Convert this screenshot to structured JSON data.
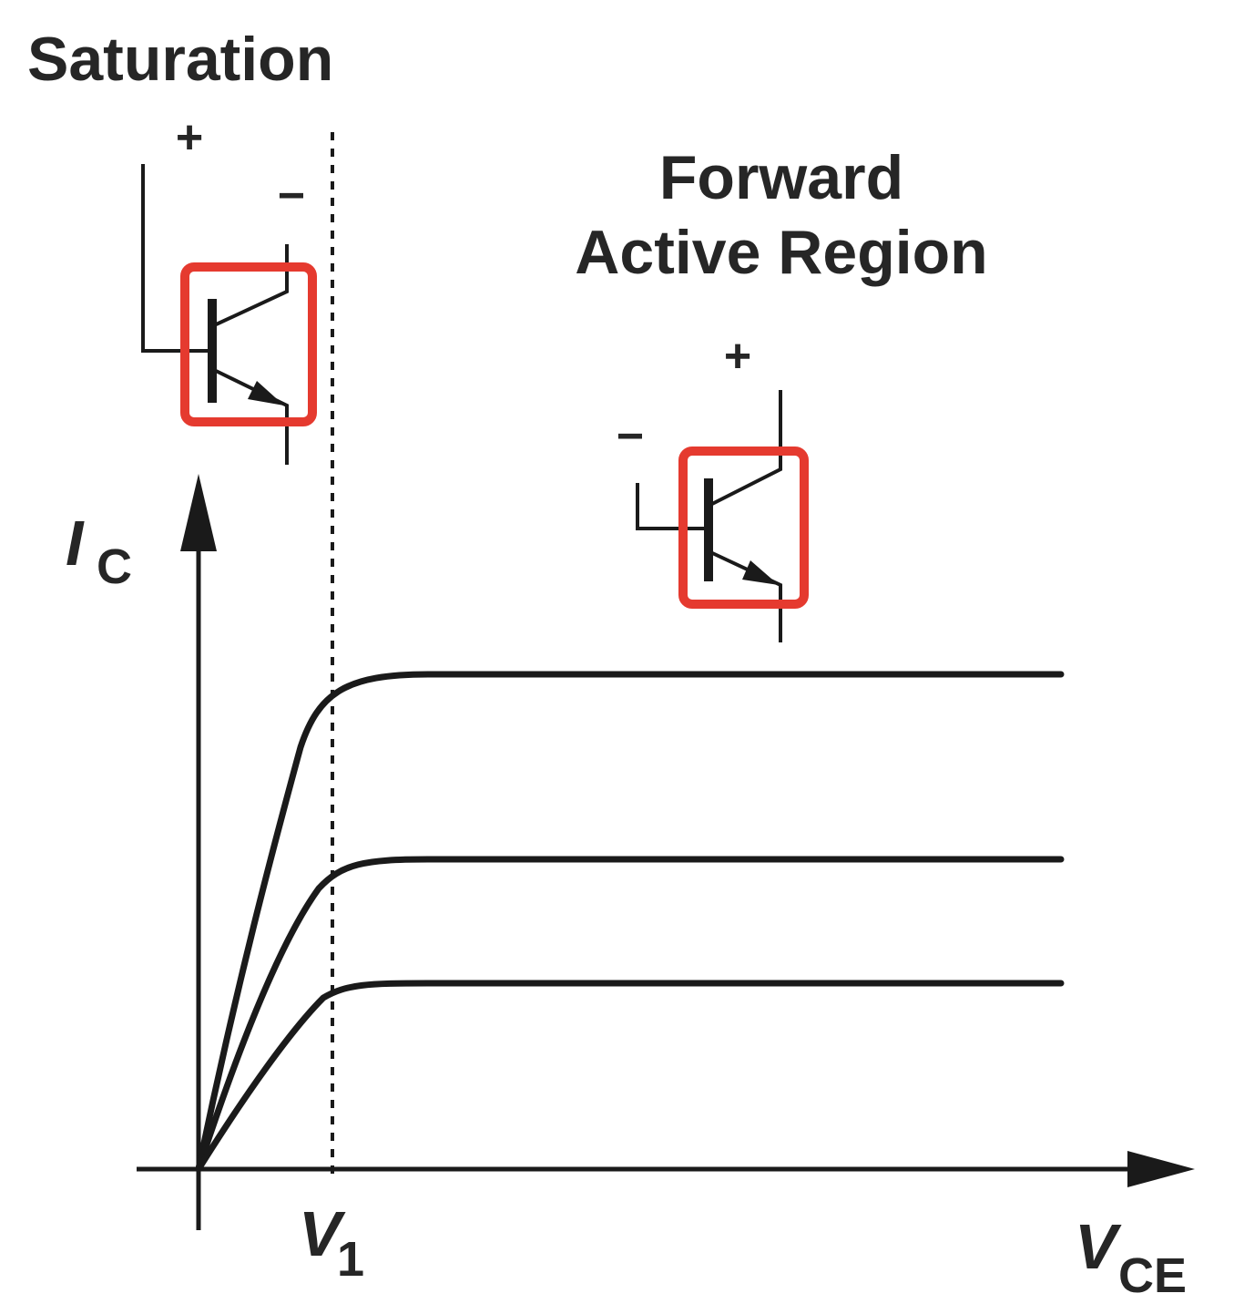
{
  "labels": {
    "saturation": "Saturation",
    "forward_line1": "Forward",
    "forward_line2": "Active Region",
    "ic_main": "I",
    "ic_sub": "C",
    "vce_main": "V",
    "vce_sub": "CE",
    "v1_main": "V",
    "v1_sub": "1",
    "plus": "+",
    "minus": "−"
  },
  "colors": {
    "ink": "#1a1a1a",
    "highlight": "#e53a2f"
  },
  "curves": [
    {
      "name": "curve-top",
      "level": "high"
    },
    {
      "name": "curve-middle",
      "level": "medium"
    },
    {
      "name": "curve-bottom",
      "level": "low"
    }
  ]
}
